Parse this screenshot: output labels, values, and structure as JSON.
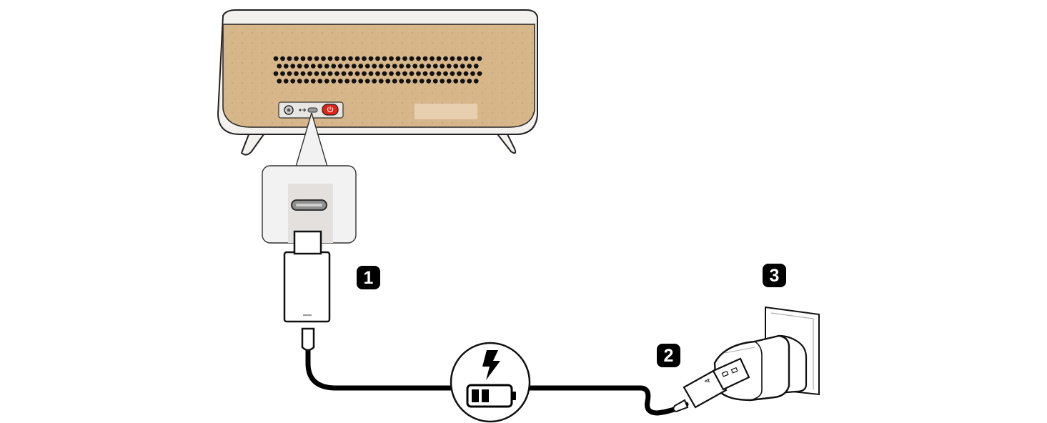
{
  "steps": [
    {
      "number": "1"
    },
    {
      "number": "2"
    },
    {
      "number": "3"
    }
  ],
  "device": {
    "name": "speaker",
    "ports": [
      "aux-in-port",
      "usb-c-port",
      "power-button"
    ],
    "colors": {
      "fabric": "#d7b68a",
      "frame": "#f3f1ee",
      "accent": "#e1251b"
    }
  },
  "icons": {
    "charging": [
      "lightning-bolt-icon",
      "battery-icon"
    ],
    "adapter_marking": "4"
  },
  "colors": {
    "badge": "#000000",
    "cable": "#000000",
    "outline": "#111111"
  }
}
